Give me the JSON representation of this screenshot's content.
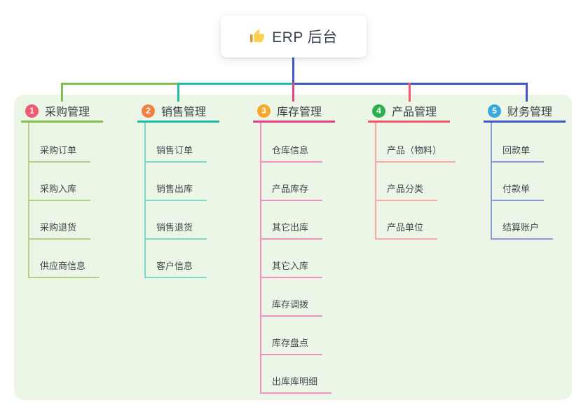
{
  "root": {
    "title": "ERP 后台",
    "icon": "thumbs-up-icon"
  },
  "branches": [
    {
      "badge": "1",
      "label": "采购管理",
      "colors": {
        "main": "#83c04b",
        "thin": "#aed584",
        "badge": "#ee5a70"
      },
      "children": [
        "采购订单",
        "采购入库",
        "采购退货",
        "供应商信息"
      ]
    },
    {
      "badge": "2",
      "label": "销售管理",
      "colors": {
        "main": "#1ebcab",
        "thin": "#7fd7c9",
        "badge": "#f08142"
      },
      "children": [
        "销售订单",
        "销售出库",
        "销售退货",
        "客户信息"
      ]
    },
    {
      "badge": "3",
      "label": "库存管理",
      "colors": {
        "main": "#e73f86",
        "thin": "#f290bf",
        "badge": "#f7a82a"
      },
      "children": [
        "仓库信息",
        "产品库存",
        "其它出库",
        "其它入库",
        "库存调拨",
        "库存盘点",
        "出库库明细"
      ]
    },
    {
      "badge": "4",
      "label": "产品管理",
      "colors": {
        "main": "#f4566b",
        "thin": "#f8aaa5",
        "badge": "#2fad4f"
      },
      "children": [
        "产品（物料）",
        "产品分类",
        "产品单位"
      ]
    },
    {
      "badge": "5",
      "label": "财务管理",
      "colors": {
        "main": "#4156c8",
        "thin": "#8b9ad8",
        "badge": "#36abdb"
      },
      "children": [
        "回款单",
        "付款单",
        "结算账户"
      ]
    }
  ],
  "panel": {
    "background": "#ecf6e6"
  },
  "connectors": {
    "root_line_color": "#4156c8"
  }
}
